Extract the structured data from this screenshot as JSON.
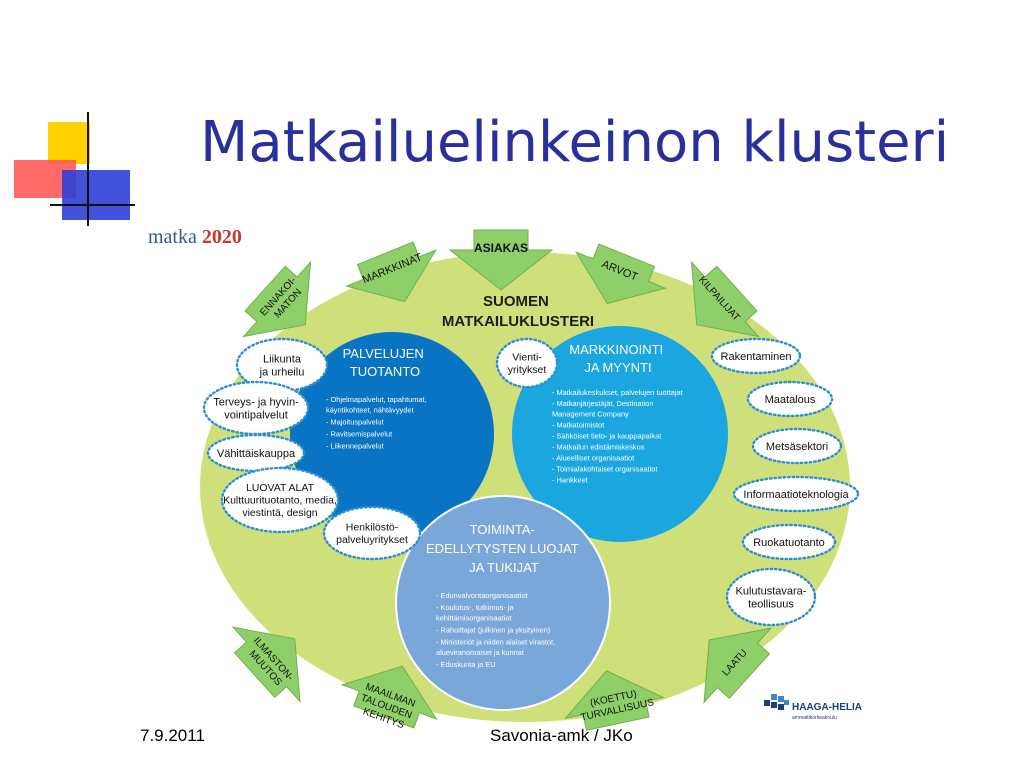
{
  "slide": {
    "title": "Matkailuelinkeinon klusteri",
    "footer_date": "7.9.2011",
    "footer_center": "Savonia-amk / JKo"
  },
  "brand": {
    "name": "matka",
    "year": "2020"
  },
  "logo": {
    "name": "HAAGA-HELIA",
    "subtitle": "ammattikorkeakoulu"
  },
  "colors": {
    "title": "#2a2f9e",
    "ellipse": "#cfe07a",
    "arrow": "#8fcf6a",
    "circle_production": "#0a74c4",
    "circle_marketing": "#1ba6e0",
    "circle_support": "#7aa7da",
    "bubble_border": "#2a8ed0"
  },
  "diagram": {
    "center_title": [
      "SUOMEN",
      "MATKAILUKLUSTERI"
    ],
    "arrows": [
      {
        "id": "asiakas",
        "label": [
          "ASIAKAS"
        ]
      },
      {
        "id": "markkinat",
        "label": [
          "MARKKINAT"
        ]
      },
      {
        "id": "arvot",
        "label": [
          "ARVOT"
        ]
      },
      {
        "id": "ennakoimaton",
        "label": [
          "ENNAKOI-",
          "MATON"
        ]
      },
      {
        "id": "kilpailijat",
        "label": [
          "KILPAILIJAT"
        ]
      },
      {
        "id": "ilmastonmuutos",
        "label": [
          "ILMASTON-",
          "MUUTOS"
        ]
      },
      {
        "id": "maailman-talouden-kehitys",
        "label": [
          "MAAILMAN",
          "TALOUDEN",
          "KEHITYS"
        ]
      },
      {
        "id": "turvallisuus",
        "label": [
          "(KOETTU)",
          "TURVALLISUUS"
        ]
      },
      {
        "id": "laatu",
        "label": [
          "LAATU"
        ]
      }
    ],
    "circles": [
      {
        "id": "palvelujen-tuotanto",
        "title": [
          "PALVELUJEN",
          "TUOTANTO"
        ],
        "items": [
          [
            "- Ohjelmapalvelut, tapahtumat,",
            "  käyntikohteet, nähtävyydet"
          ],
          [
            "- Majoituspalvelut"
          ],
          [
            "- Ravitsemispalvelut"
          ],
          [
            "- Liikennepalvelut"
          ]
        ]
      },
      {
        "id": "markkinointi-ja-myynti",
        "title": [
          "MARKKINOINTI",
          "JA MYYNTI"
        ],
        "items": [
          [
            "- Matkailukeskukset, palvelujen tuottajat"
          ],
          [
            "- Matkanjärjestäjät, Destination",
            "  Management Company"
          ],
          [
            "- Matkatoimistot"
          ],
          [
            "- Sähköiset tieto- ja kauppapaikat"
          ],
          [
            "- Matkailun edistämiskeskus"
          ],
          [
            "- Alueelliset organisaatiot"
          ],
          [
            "- Toimialakohtaiset organisaatiot"
          ],
          [
            "- Hankkeet"
          ]
        ]
      },
      {
        "id": "toimintaedellytysten-luojat",
        "title": [
          "TOIMINTA-",
          "EDELLYTYSTEN LUOJAT",
          "JA TUKIJAT"
        ],
        "items": [
          [
            "- Edunvalvontaorganisaatiot"
          ],
          [
            "- Koulutus-, tutkimus- ja",
            "  kehittämisorganisaatiot"
          ],
          [
            "- Rahoittajat (julkinen ja yksityinen)"
          ],
          [
            "- Ministeriöt ja niiden alaiset virastot,",
            "  alueviranomaiset ja kunnat"
          ],
          [
            "- Eduskunta ja EU"
          ]
        ]
      }
    ],
    "bubbles": [
      {
        "id": "liikunta",
        "label": [
          "Liikunta",
          "ja urheilu"
        ]
      },
      {
        "id": "terveys",
        "label": [
          "Terveys- ja hyvin-",
          "vointipalvelut"
        ]
      },
      {
        "id": "vahittaiskauppa",
        "label": [
          "Vähittäiskauppa"
        ]
      },
      {
        "id": "luovat-alat",
        "label": [
          "LUOVAT ALAT",
          "Kulttuurituotanto, media,",
          "viestintä, design"
        ]
      },
      {
        "id": "henkilosto",
        "label": [
          "Henkilöstö-",
          "palveluyritykset"
        ]
      },
      {
        "id": "vientiyritykset",
        "label": [
          "Vienti-",
          "yritykset"
        ]
      },
      {
        "id": "rakentaminen",
        "label": [
          "Rakentaminen"
        ]
      },
      {
        "id": "maatalous",
        "label": [
          "Maatalous"
        ]
      },
      {
        "id": "metsasektori",
        "label": [
          "Metsäsektori"
        ]
      },
      {
        "id": "informaatioteknologia",
        "label": [
          "Informaatioteknologia"
        ]
      },
      {
        "id": "ruokatuotanto",
        "label": [
          "Ruokatuotanto"
        ]
      },
      {
        "id": "kulutustavarateollisuus",
        "label": [
          "Kulutustavara-",
          "teollisuus"
        ]
      }
    ]
  }
}
